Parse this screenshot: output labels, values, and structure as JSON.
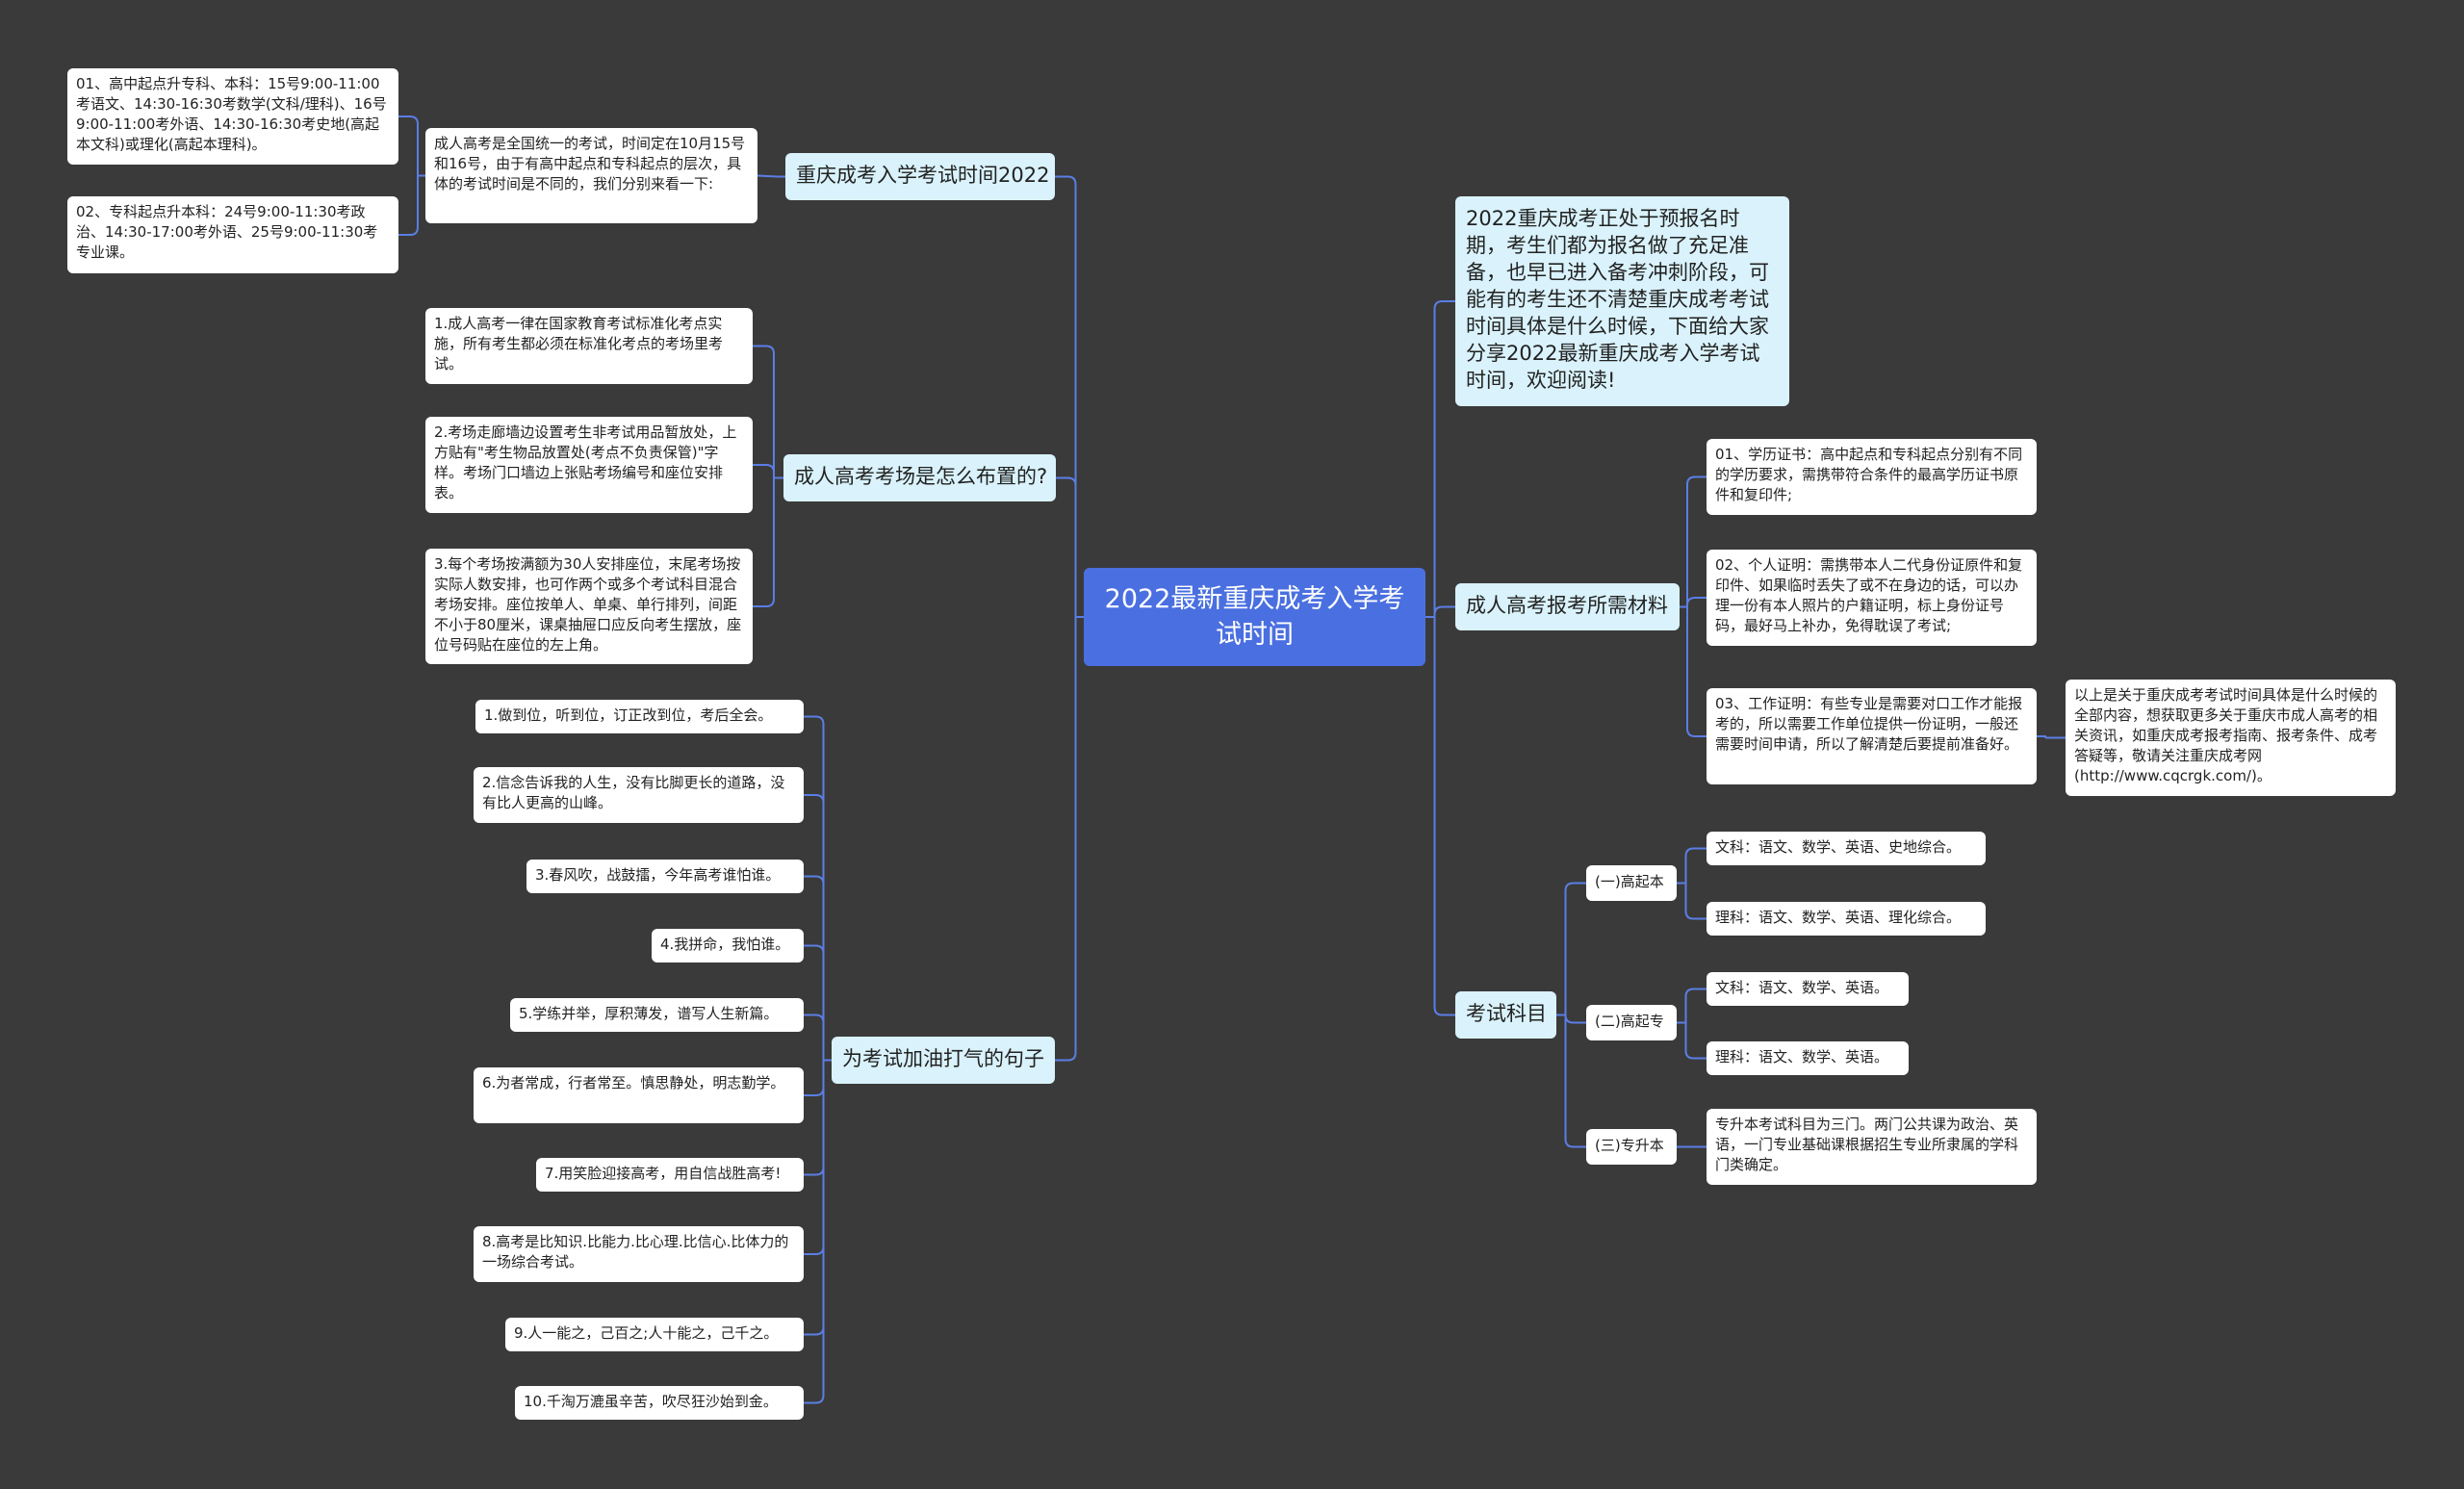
{
  "root": {
    "title": "2022最新重庆成考入学考试时间"
  },
  "left": {
    "exam_time": {
      "label": "重庆成考入学考试时间2022",
      "intro": "成人高考是全国统一的考试，时间定在10月15号和16号，由于有高中起点和专科起点的层次，具体的考试时间是不同的，我们分别来看一下:",
      "items": [
        "01、高中起点升专科、本科：15号9:00-11:00考语文、14:30-16:30考数学(文科/理科)、16号9:00-11:00考外语、14:30-16:30考史地(高起本文科)或理化(高起本理科)。",
        "02、专科起点升本科：24号9:00-11:30考政治、14:30-17:00考外语、25号9:00-11:30考专业课。"
      ]
    },
    "venue": {
      "label": "成人高考考场是怎么布置的?",
      "items": [
        "1.成人高考一律在国家教育考试标准化考点实施，所有考生都必须在标准化考点的考场里考试。",
        "2.考场走廊墙边设置考生非考试用品暂放处，上方贴有\"考生物品放置处(考点不负责保管)\"字样。考场门口墙边上张贴考场编号和座位安排表。",
        "3.每个考场按满额为30人安排座位，末尾考场按实际人数安排，也可作两个或多个考试科目混合考场安排。座位按单人、单桌、单行排列，间距不小于80厘米，课桌抽屉口应反向考生摆放，座位号码贴在座位的左上角。"
      ]
    },
    "cheer": {
      "label": "为考试加油打气的句子",
      "items": [
        "1.做到位，听到位，订正改到位，考后全会。",
        "2.信念告诉我的人生，没有比脚更长的道路，没有比人更高的山峰。",
        "3.春风吹，战鼓擂，今年高考谁怕谁。",
        "4.我拼命，我怕谁。",
        "5.学练并举，厚积薄发，谱写人生新篇。",
        "6.为者常成，行者常至。慎思静处，明志勤学。",
        "7.用笑脸迎接高考，用自信战胜高考!",
        "8.高考是比知识.比能力.比心理.比信心.比体力的一场综合考试。",
        "9.人一能之，己百之;人十能之，己千之。",
        "10.千淘万漉虽辛苦，吹尽狂沙始到金。"
      ]
    }
  },
  "right": {
    "intro": "2022重庆成考正处于预报名时期，考生们都为报名做了充足准备，也早已进入备考冲刺阶段，可能有的考生还不清楚重庆成考考试时间具体是什么时候，下面给大家分享2022最新重庆成考入学考试时间，欢迎阅读!",
    "materials": {
      "label": "成人高考报考所需材料",
      "items": [
        "01、学历证书：高中起点和专科起点分别有不同的学历要求，需携带符合条件的最高学历证书原件和复印件;",
        "02、个人证明：需携带本人二代身份证原件和复印件、如果临时丢失了或不在身边的话，可以办理一份有本人照片的户籍证明，标上身份证号码，最好马上补办，免得耽误了考试;",
        "03、工作证明：有些专业是需要对口工作才能报考的，所以需要工作单位提供一份证明，一般还需要时间申请，所以了解清楚后要提前准备好。"
      ],
      "note": "以上是关于重庆成考考试时间具体是什么时候的全部内容，想获取更多关于重庆市成人高考的相关资讯，如重庆成考报考指南、报考条件、成考答疑等，敬请关注重庆成考网(http://www.cqcrgk.com/)。"
    },
    "subjects": {
      "label": "考试科目",
      "groups": [
        {
          "label": "(一)高起本",
          "items": [
            "文科：语文、数学、英语、史地综合。",
            "理科：语文、数学、英语、理化综合。"
          ]
        },
        {
          "label": "(二)高起专",
          "items": [
            "文科：语文、数学、英语。",
            "理科：语文、数学、英语。"
          ]
        },
        {
          "label": "(三)专升本",
          "items": [
            "专升本考试科目为三门。两门公共课为政治、英语，一门专业基础课根据招生专业所隶属的学科门类确定。"
          ]
        }
      ]
    }
  },
  "colors": {
    "background": "#3a3a3a",
    "root": "#4a6fe0",
    "level1": "#d9f2fb",
    "leaf": "#ffffff",
    "edge": "#5b7ee5"
  }
}
